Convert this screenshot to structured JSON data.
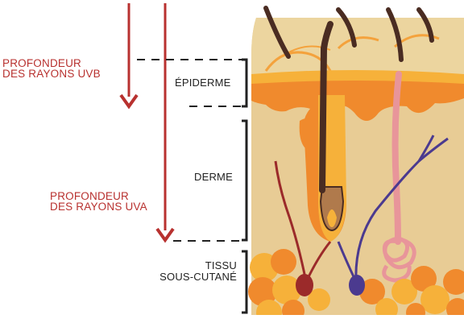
{
  "colors": {
    "arrow": "#b8312f",
    "skin": "#e7c98c",
    "epidermis": "#f08a2d",
    "dermis_bg": "#e8cc95",
    "hair": "#4a2c22",
    "fat": "#f4a23c",
    "vein": "#4b3a8f",
    "artery": "#9b2a2a",
    "nerve": "#e8959a"
  },
  "labels": {
    "uvb": [
      "PROFONDEUR",
      "DES RAYONS UVB"
    ],
    "uva": [
      "PROFONDEUR",
      "DES RAYONS UVA"
    ],
    "epidermis": "ÉPIDERME",
    "dermis": "DERME",
    "hypodermis": [
      "TISSU",
      "SOUS-CUTANÉ"
    ]
  }
}
